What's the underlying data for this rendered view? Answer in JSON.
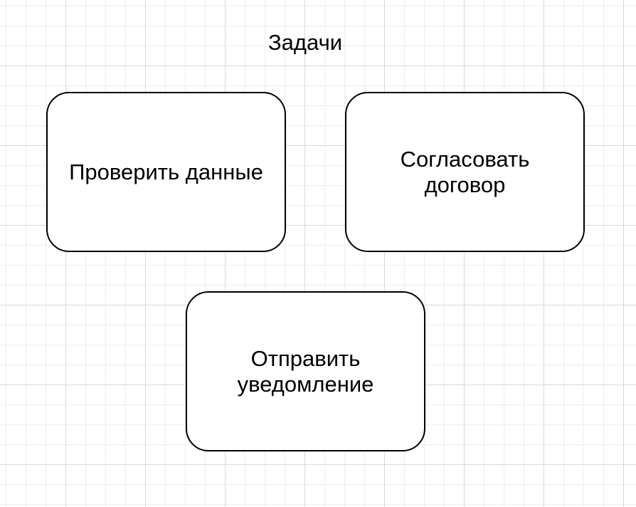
{
  "diagram": {
    "title": "Задачи",
    "nodes": [
      {
        "label": "Проверить данные"
      },
      {
        "label": "Согласовать договор"
      },
      {
        "label": "Отправить уведомление"
      }
    ]
  }
}
